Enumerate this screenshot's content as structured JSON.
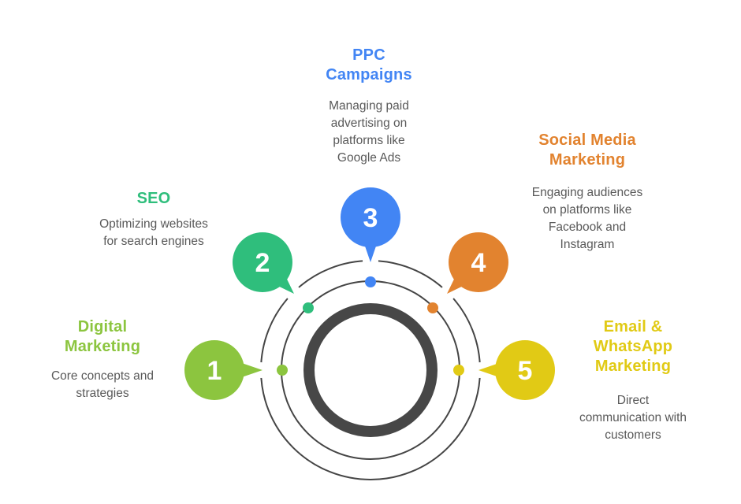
{
  "diagram": {
    "type": "cycle-infographic",
    "items": [
      {
        "number": "1",
        "title": "Digital\nMarketing",
        "description": "Core concepts and\nstrategies",
        "color": "#8CC53F"
      },
      {
        "number": "2",
        "title": "SEO",
        "description": "Optimizing websites\nfor search engines",
        "color": "#2FBE7C"
      },
      {
        "number": "3",
        "title": "PPC\nCampaigns",
        "description": "Managing paid\nadvertising on\nplatforms like\nGoogle Ads",
        "color": "#4285F4"
      },
      {
        "number": "4",
        "title": "Social Media\nMarketing",
        "description": "Engaging audiences\non platforms like\nFacebook and\nInstagram",
        "color": "#E2832F"
      },
      {
        "number": "5",
        "title": "Email &\nWhatsApp\nMarketing",
        "description": "Direct\ncommunication with\ncustomers",
        "color": "#E1CA15"
      }
    ],
    "colors": {
      "orbit_stroke": "#454545",
      "center_ring": "#474747",
      "number_text": "#FFFFFF",
      "description_text": "#595959",
      "background": "#FFFFFF"
    }
  }
}
